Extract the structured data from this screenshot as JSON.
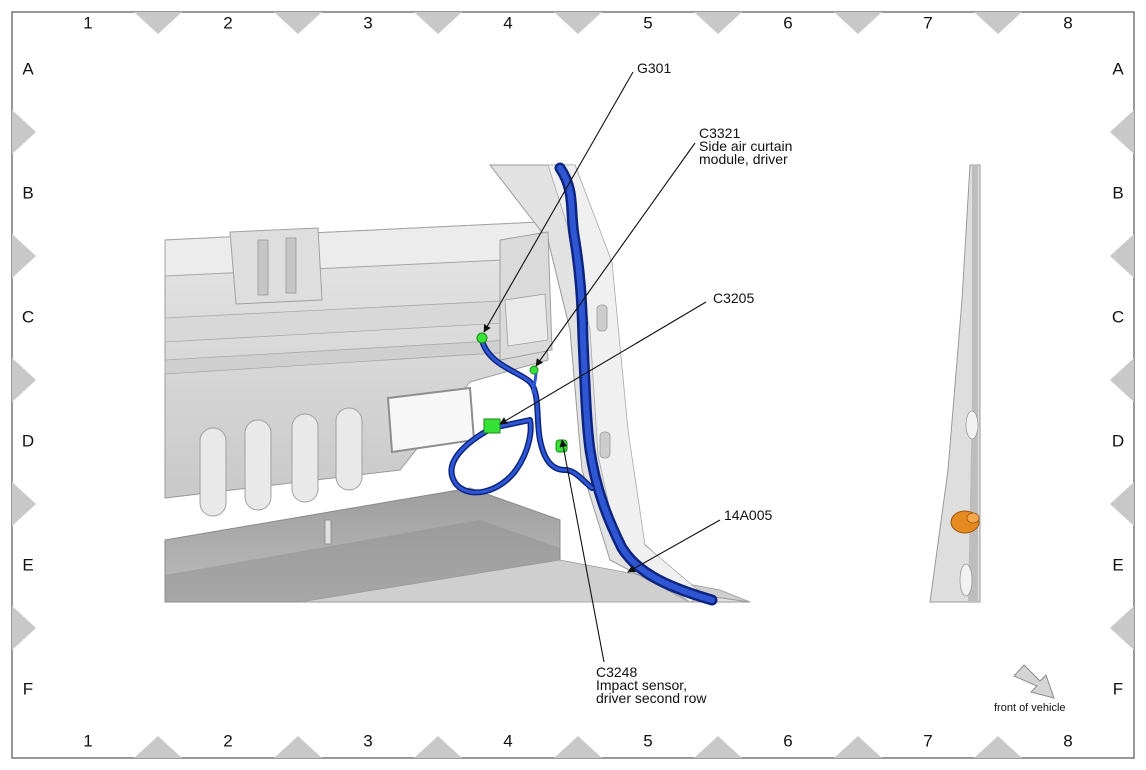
{
  "grid": {
    "columns": [
      "1",
      "2",
      "3",
      "4",
      "5",
      "6",
      "7",
      "8"
    ],
    "rows": [
      "A",
      "B",
      "C",
      "D",
      "E",
      "F"
    ]
  },
  "callouts": {
    "g301": [
      "G301"
    ],
    "c3321": [
      "C3321",
      "Side air curtain",
      "module, driver"
    ],
    "c3205": [
      "C3205"
    ],
    "a14005": [
      "14A005"
    ],
    "c3248": [
      "C3248",
      "Impact sensor,",
      "driver second row"
    ]
  },
  "orientation": {
    "label": "front of vehicle",
    "icon": "front-direction-arrow-icon"
  },
  "colors": {
    "harness": "#1e3fb0",
    "connector": "#36e236",
    "body_panel": "#d6d6d6",
    "grid_triangle": "#c8c8c8",
    "part_orange": "#e58a1f"
  }
}
